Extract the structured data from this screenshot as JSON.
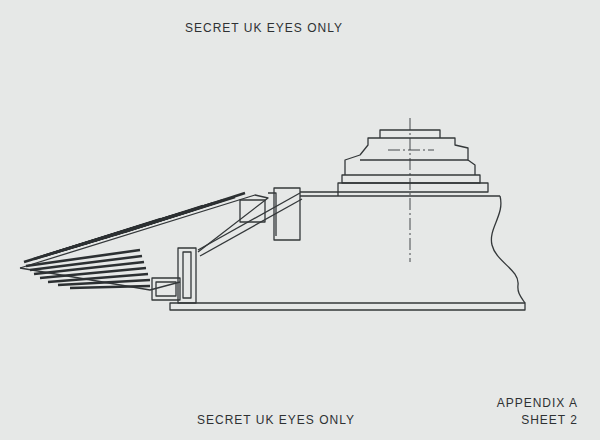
{
  "diagram": {
    "labels": [
      "SECRET UK EYES ONLY",
      "SECRET UK EYES ONLY",
      "APPENDIX A",
      "SHEET 2"
    ]
  }
}
